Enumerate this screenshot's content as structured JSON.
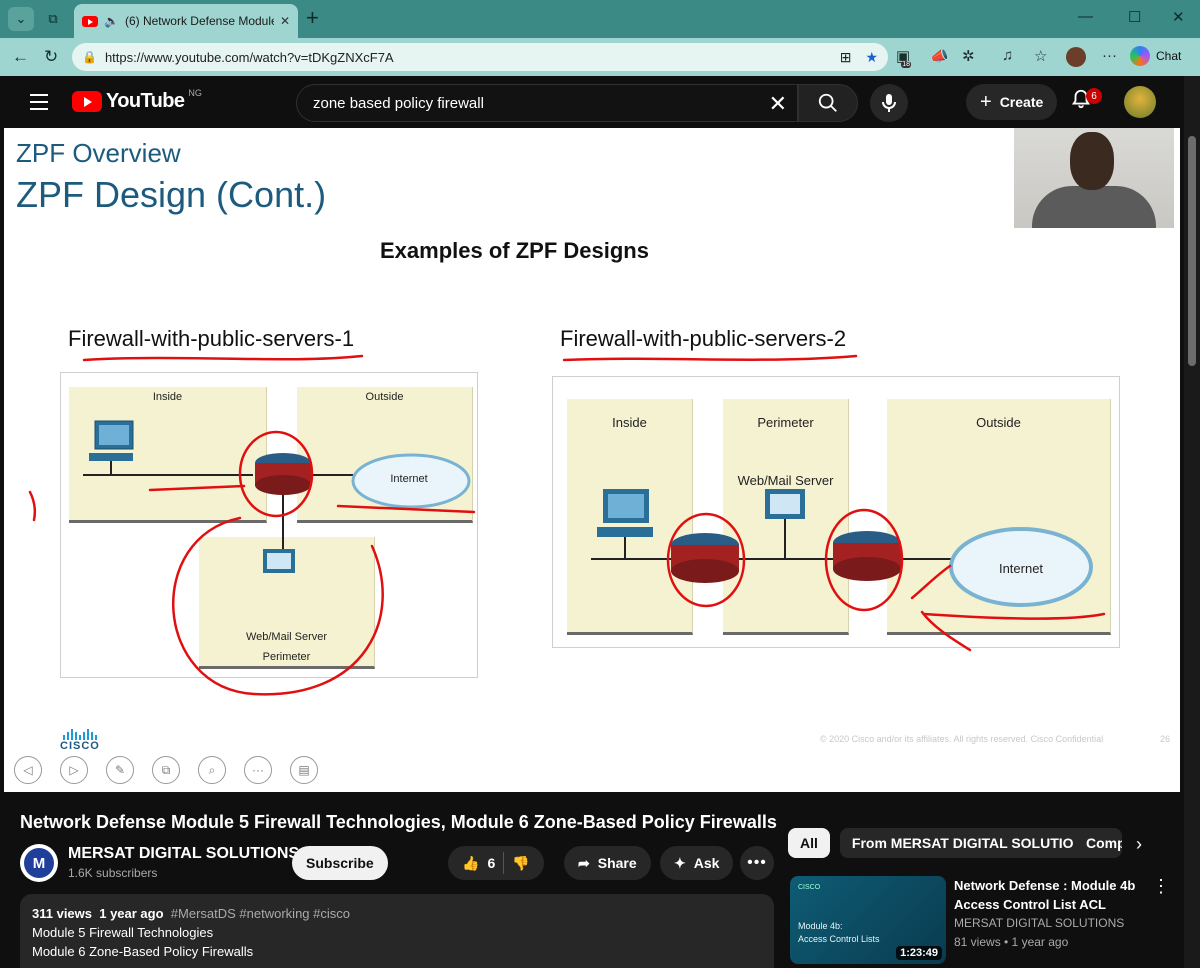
{
  "browser": {
    "tab_title": "(6) Network Defense Module",
    "url": "https://www.youtube.com/watch?v=tDKgZNXcF7A",
    "chat_label": "Chat",
    "ext_badge": "18"
  },
  "header": {
    "logo_text": "YouTube",
    "region": "NG",
    "search_value": "zone based policy firewall",
    "create_label": "Create",
    "notification_count": "6"
  },
  "slide": {
    "subtitle": "ZPF Overview",
    "title": "ZPF Design (Cont.)",
    "heading": "Examples of ZPF Designs",
    "design1": {
      "label": "Firewall-with-public-servers-1",
      "inside": "Inside",
      "outside": "Outside",
      "internet": "Internet",
      "server": "Web/Mail Server",
      "perimeter": "Perimeter"
    },
    "design2": {
      "label": "Firewall-with-public-servers-2",
      "inside": "Inside",
      "perimeter": "Perimeter",
      "outside": "Outside",
      "server": "Web/Mail Server",
      "internet": "Internet"
    },
    "logo": "CISCO",
    "copyright": "© 2020  Cisco and/or its affiliates. All rights reserved.   Cisco Confidential",
    "page": "26"
  },
  "video": {
    "title": "Network Defense Module 5 Firewall Technologies, Module 6 Zone-Based Policy Firewalls",
    "channel": "MERSAT DIGITAL SOLUTIONS",
    "subscribers": "1.6K subscribers",
    "subscribe_label": "Subscribe",
    "likes": "6",
    "share_label": "Share",
    "ask_label": "Ask",
    "description": {
      "views": "311 views",
      "age": "1 year ago",
      "tags": "#MersatDS #networking #cisco",
      "line1": "Module 5 Firewall Technologies",
      "line2": "Module 6 Zone-Based Policy Firewalls"
    }
  },
  "sidebar": {
    "chips": [
      "All",
      "From MERSAT DIGITAL SOLUTIONS",
      "Comp"
    ],
    "recommendation": {
      "title": "Network Defense :  Module 4b Access Control List ACL",
      "channel": "MERSAT DIGITAL SOLUTIONS",
      "meta": "81 views • 1 year ago",
      "duration": "1:23:49",
      "thumb_line1": "Module 4b:",
      "thumb_line2": "Access Control Lists",
      "thumb_logo": "CISCO"
    }
  }
}
